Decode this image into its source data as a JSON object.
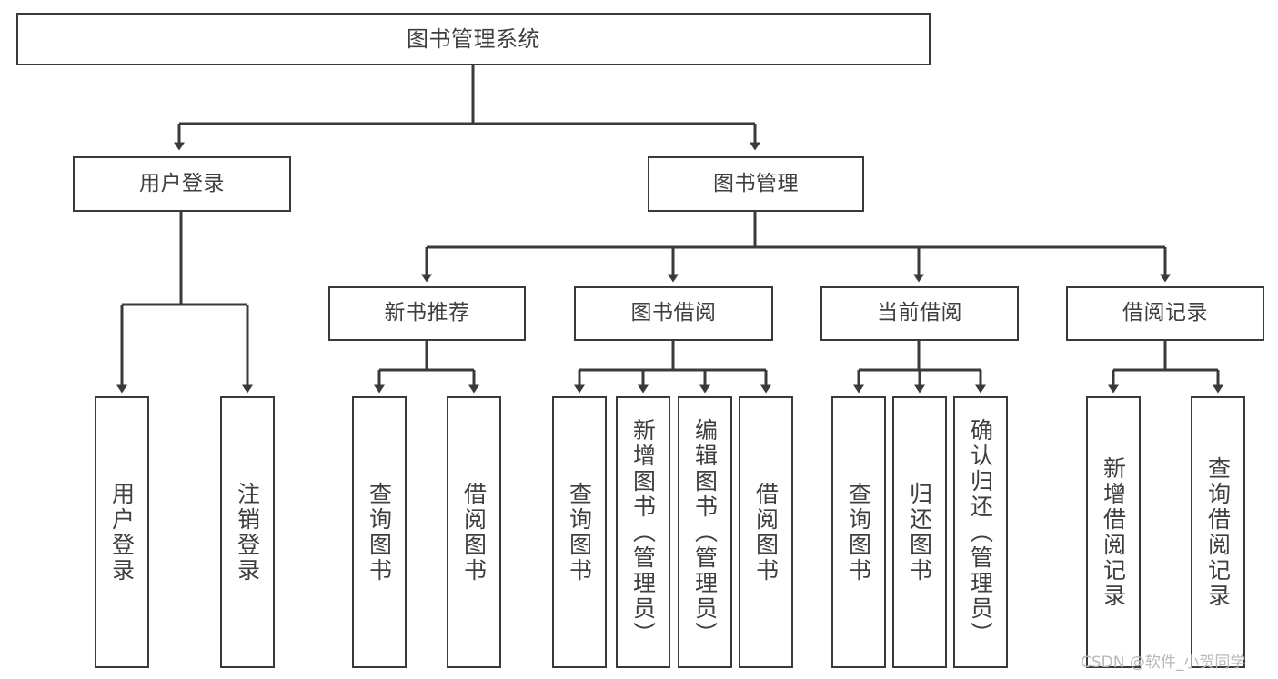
{
  "diagram": {
    "type": "tree",
    "title": "图书管理系统",
    "orientation": "top-down",
    "colors": {
      "box_border": "#3a3a3a",
      "box_fill": "#ffffff",
      "text": "#3f3f3f",
      "connector": "#3a3a3a",
      "watermark": "#b9b9b9",
      "background": "#ffffff"
    }
  },
  "root": {
    "label": "图书管理系统"
  },
  "level1": [
    {
      "id": "user-login",
      "label": "用户登录"
    },
    {
      "id": "book-manage",
      "label": "图书管理"
    }
  ],
  "level2": [
    {
      "id": "new-book-recommend",
      "label": "新书推荐"
    },
    {
      "id": "book-borrow",
      "label": "图书借阅"
    },
    {
      "id": "current-borrow",
      "label": "当前借阅"
    },
    {
      "id": "borrow-record",
      "label": "借阅记录"
    }
  ],
  "leaves": {
    "user_login": [
      {
        "id": "leaf-user-login",
        "label": "用户登录"
      },
      {
        "id": "leaf-logout",
        "label": "注销登录"
      }
    ],
    "new_book_recommend": [
      {
        "id": "leaf-query-book-1",
        "label": "查询图书"
      },
      {
        "id": "leaf-borrow-book-1",
        "label": "借阅图书"
      }
    ],
    "book_borrow": [
      {
        "id": "leaf-query-book-2",
        "label": "查询图书"
      },
      {
        "id": "leaf-add-book",
        "label": "新增图书（管理员）"
      },
      {
        "id": "leaf-edit-book",
        "label": "编辑图书（管理员）"
      },
      {
        "id": "leaf-borrow-book-2",
        "label": "借阅图书"
      }
    ],
    "current_borrow": [
      {
        "id": "leaf-query-book-3",
        "label": "查询图书"
      },
      {
        "id": "leaf-return-book",
        "label": "归还图书"
      },
      {
        "id": "leaf-confirm-return",
        "label": "确认归还（管理员）"
      }
    ],
    "borrow_record": [
      {
        "id": "leaf-add-record",
        "label": "新增借阅记录"
      },
      {
        "id": "leaf-query-record",
        "label": "查询借阅记录"
      }
    ]
  },
  "watermark": {
    "text": "CSDN @软件_小贺同学"
  }
}
